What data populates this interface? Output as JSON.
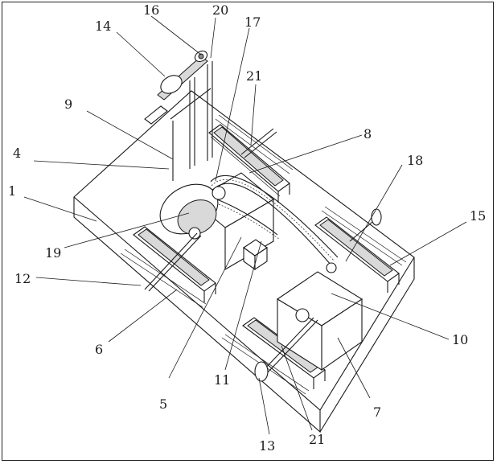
{
  "figure": {
    "labels": [
      {
        "id": "l1",
        "text": "1"
      },
      {
        "id": "l4",
        "text": "4"
      },
      {
        "id": "l5",
        "text": "5"
      },
      {
        "id": "l6",
        "text": "6"
      },
      {
        "id": "l7",
        "text": "7"
      },
      {
        "id": "l8",
        "text": "8"
      },
      {
        "id": "l9",
        "text": "9"
      },
      {
        "id": "l10",
        "text": "10"
      },
      {
        "id": "l11",
        "text": "11"
      },
      {
        "id": "l12",
        "text": "12"
      },
      {
        "id": "l13",
        "text": "13"
      },
      {
        "id": "l14",
        "text": "14"
      },
      {
        "id": "l15",
        "text": "15"
      },
      {
        "id": "l16",
        "text": "16"
      },
      {
        "id": "l17",
        "text": "17"
      },
      {
        "id": "l18",
        "text": "18"
      },
      {
        "id": "l19",
        "text": "19"
      },
      {
        "id": "l20",
        "text": "20"
      },
      {
        "id": "l21a",
        "text": "21"
      },
      {
        "id": "l21b",
        "text": "21"
      }
    ]
  }
}
